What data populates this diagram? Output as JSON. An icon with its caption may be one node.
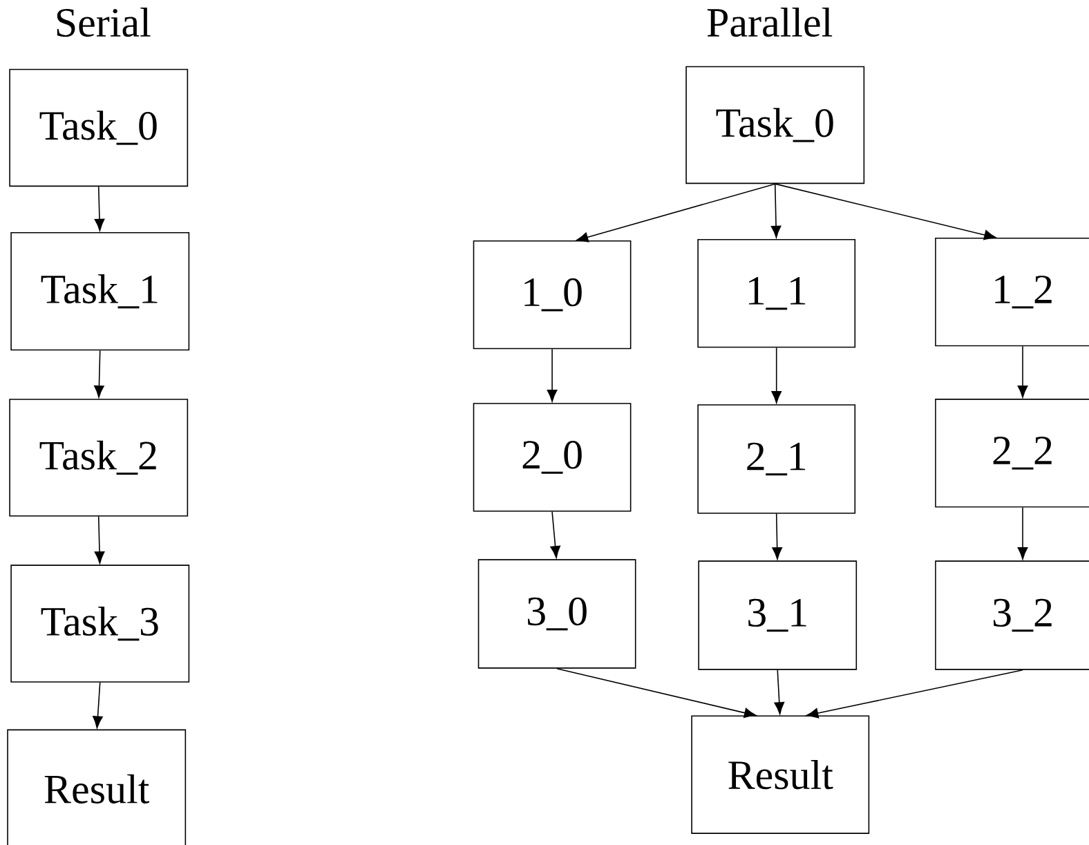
{
  "diagram": {
    "nodes": [
      {
        "text": [
          "Task_0"
        ]
      },
      {
        "text": [
          "Task_1"
        ]
      },
      {
        "text": [
          "Task_2"
        ]
      },
      {
        "text": [
          "Task_3"
        ]
      },
      {
        "text": [
          "Result"
        ]
      },
      {
        "text": [
          "Task_0"
        ]
      },
      {
        "text": [
          "1_0"
        ]
      },
      {
        "text": [
          "1_1"
        ]
      },
      {
        "text": [
          "1_2"
        ]
      },
      {
        "text": [
          "2_0"
        ]
      },
      {
        "text": [
          "2_1"
        ]
      },
      {
        "text": [
          "2_2"
        ]
      },
      {
        "text": [
          "3_0"
        ]
      },
      {
        "text": [
          "3_1"
        ]
      },
      {
        "text": [
          "3_2"
        ]
      },
      {
        "text": [
          "Result"
        ]
      }
    ],
    "edges": [
      {
        "from": 0,
        "to": 1,
        "arrow": "to"
      },
      {
        "from": 1,
        "to": 2,
        "arrow": "to"
      },
      {
        "from": 2,
        "to": 3,
        "arrow": "to"
      },
      {
        "from": 3,
        "to": 4,
        "arrow": "to"
      },
      {
        "from": 5,
        "to": 6,
        "arrow": "to"
      },
      {
        "from": 5,
        "to": 7,
        "arrow": "to"
      },
      {
        "from": 5,
        "to": 8,
        "arrow": "to"
      },
      {
        "from": 6,
        "to": 9,
        "arrow": "to"
      },
      {
        "from": 9,
        "to": 12,
        "arrow": "to"
      },
      {
        "from": 7,
        "to": 10,
        "arrow": "to"
      },
      {
        "from": 10,
        "to": 13,
        "arrow": "to"
      },
      {
        "from": 8,
        "to": 11,
        "arrow": "to"
      },
      {
        "from": 11,
        "to": 14,
        "arrow": "to"
      },
      {
        "from": 12,
        "to": 15,
        "arrow": "to"
      },
      {
        "from": 13,
        "to": 15,
        "arrow": "to"
      },
      {
        "from": 14,
        "to": 15,
        "arrow": "to"
      }
    ],
    "labels": [
      "Serial",
      "Parallel"
    ]
  }
}
